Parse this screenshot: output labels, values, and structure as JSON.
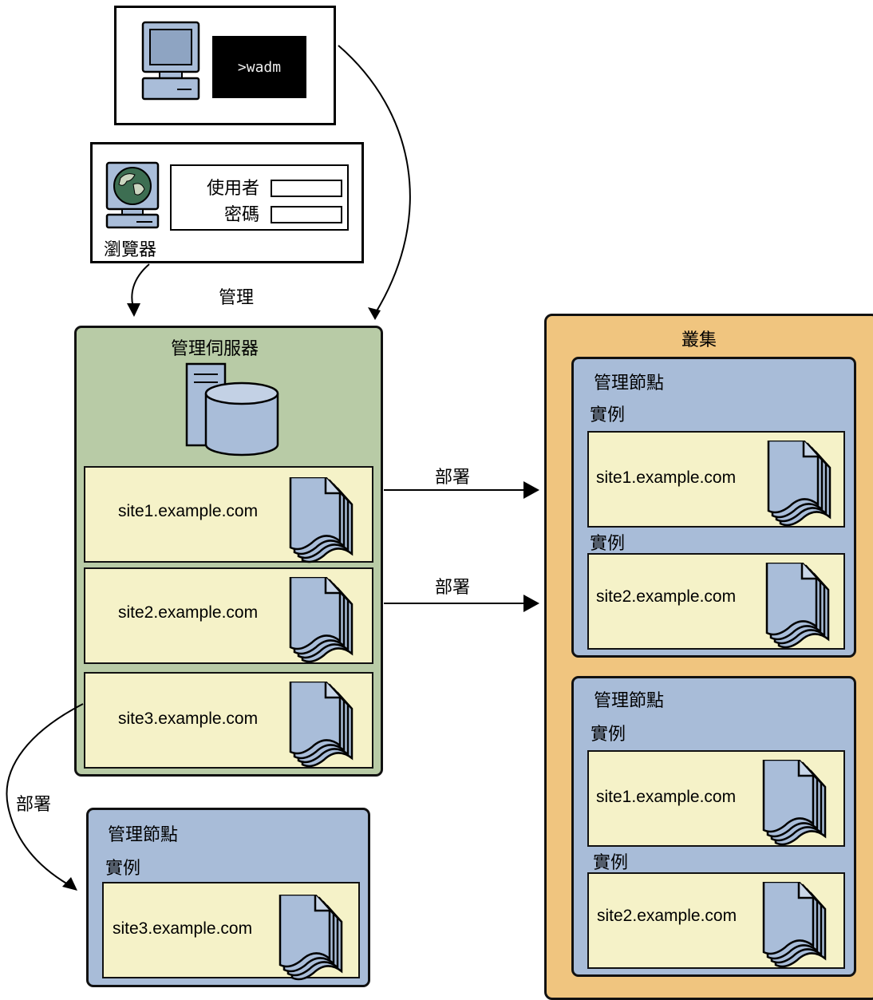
{
  "terminal": {
    "command": ">wadm"
  },
  "browser": {
    "label": "瀏覽器",
    "user_label": "使用者",
    "password_label": "密碼"
  },
  "manage_label": "管理",
  "admin_server": {
    "title": "管理伺服器",
    "sites": [
      "site1.example.com",
      "site2.example.com",
      "site3.example.com"
    ]
  },
  "deploy_label": "部署",
  "cluster": {
    "title": "叢集",
    "nodes": [
      {
        "title": "管理節點",
        "instances": [
          {
            "label": "實例",
            "site": "site1.example.com"
          },
          {
            "label": "實例",
            "site": "site2.example.com"
          }
        ]
      },
      {
        "title": "管理節點",
        "instances": [
          {
            "label": "實例",
            "site": "site1.example.com"
          },
          {
            "label": "實例",
            "site": "site2.example.com"
          }
        ]
      }
    ]
  },
  "standalone_node": {
    "title": "管理節點",
    "instance_label": "實例",
    "site": "site3.example.com"
  },
  "colors": {
    "admin_server_bg": "#b8cba6",
    "cluster_bg": "#f0c57f",
    "node_bg": "#a8bcd8",
    "instance_bg": "#f5f2c8",
    "document_fill": "#a9bdd9"
  }
}
